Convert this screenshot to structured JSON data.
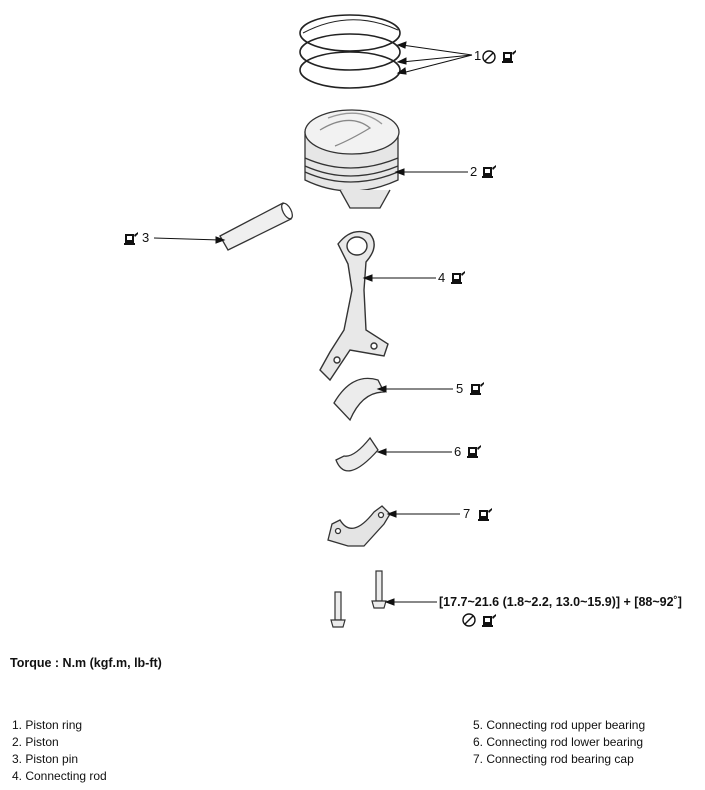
{
  "callouts": {
    "c1": "1",
    "c2": "2",
    "c3": "3",
    "c4": "4",
    "c5": "5",
    "c6": "6",
    "c7": "7"
  },
  "torque_spec": "[17.7~21.6 (1.8~2.2, 13.0~15.9)] + [88~92˚]",
  "torque_title": "Torque : N.m (kgf.m, lb-ft)",
  "legend_left": [
    "1. Piston ring",
    "2. Piston",
    "3. Piston pin",
    "4. Connecting rod"
  ],
  "legend_right": [
    "5. Connecting rod upper bearing",
    "6. Connecting rod lower bearing",
    "7. Connecting rod bearing cap"
  ],
  "icons": [
    "no-reuse-icon",
    "engine-oil-icon"
  ]
}
